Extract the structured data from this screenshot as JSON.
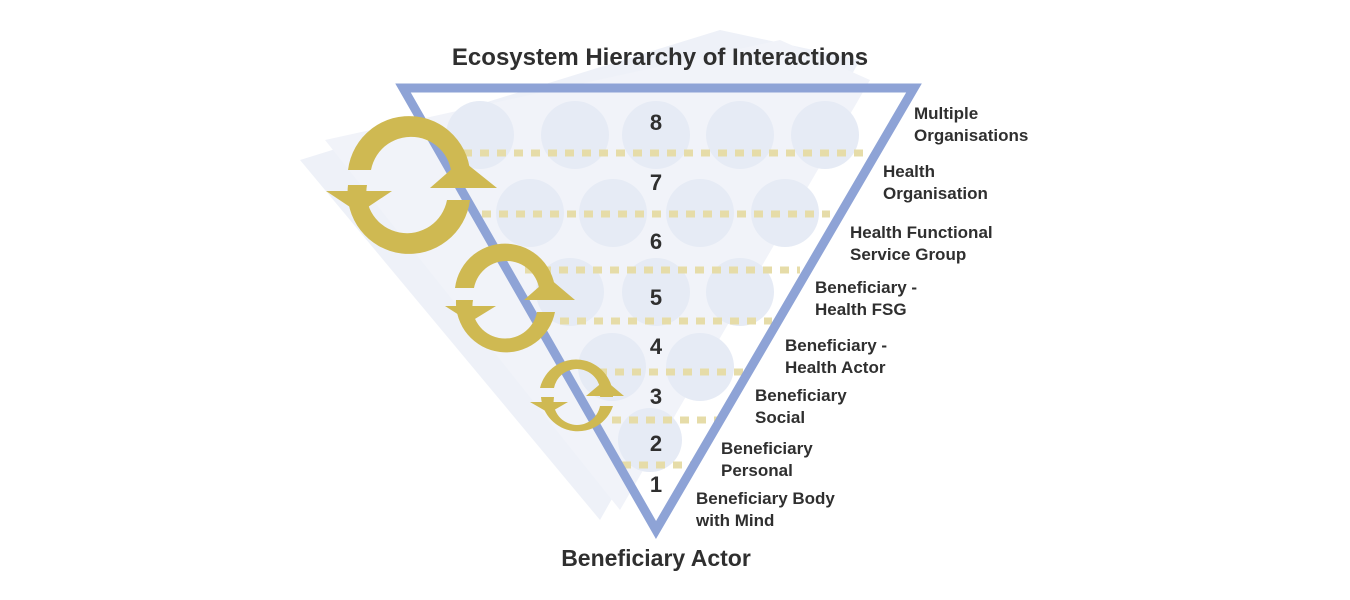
{
  "title": "Ecosystem Hierarchy of Interactions",
  "footer": "Beneficiary Actor",
  "numbers": [
    "8",
    "7",
    "6",
    "5",
    "4",
    "3",
    "2",
    "1"
  ],
  "labels": [
    {
      "line1": "Multiple",
      "line2": "Organisations"
    },
    {
      "line1": "Health",
      "line2": "Organisation"
    },
    {
      "line1": "Health Functional",
      "line2": "Service Group"
    },
    {
      "line1": "Beneficiary -",
      "line2": "Health FSG"
    },
    {
      "line1": "Beneficiary -",
      "line2": "Health Actor"
    },
    {
      "line1": "Beneficiary",
      "line2": "Social"
    },
    {
      "line1": "Beneficiary",
      "line2": "Personal"
    },
    {
      "line1": "Beneficiary Body",
      "line2": "with Mind"
    }
  ],
  "colors": {
    "triangle": "#8ea3d6",
    "arrows": "#cfb952",
    "dots": "#e6dca8",
    "circles": "#e6ebf5",
    "ghost": "#eef1f8",
    "text": "#2f2f2f"
  }
}
